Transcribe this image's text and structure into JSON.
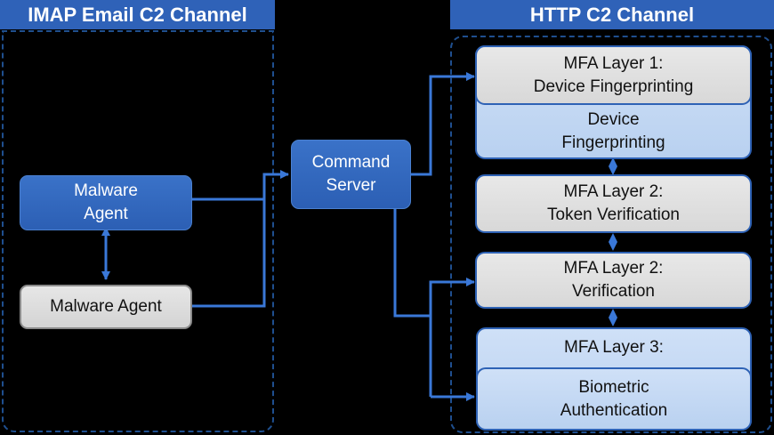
{
  "colors": {
    "background": "#000000",
    "accent_blue": "#2f62b8",
    "connector": "#3a78d8",
    "dashed_border": "#1f4f8f",
    "light_blue_box": "#c5d9f4",
    "gray_box": "#dcdcdc"
  },
  "imap_channel": {
    "title": "IMAP Email C2 Channel",
    "nodes": {
      "agent_blue": {
        "line1": "Malware",
        "line2": "Agent"
      },
      "agent_gray": {
        "label": "Malware Agent"
      }
    }
  },
  "command_server": {
    "line1": "Command",
    "line2": "Server"
  },
  "http_channel": {
    "title": "HTTP C2 Channel",
    "mfa_layers": [
      {
        "header_line1": "MFA Layer 1:",
        "header_line2": "Device Fingerprinting",
        "detail_line1": "Device",
        "detail_line2": "Fingerprinting"
      },
      {
        "line1": "MFA Layer 2:",
        "line2": "Token Verification"
      },
      {
        "line1": "MFA Layer 2:",
        "line2": "Verification"
      },
      {
        "header_line1": "MFA Layer 3:",
        "detail_line1": "Biometric",
        "detail_line2": "Authentication"
      }
    ]
  }
}
